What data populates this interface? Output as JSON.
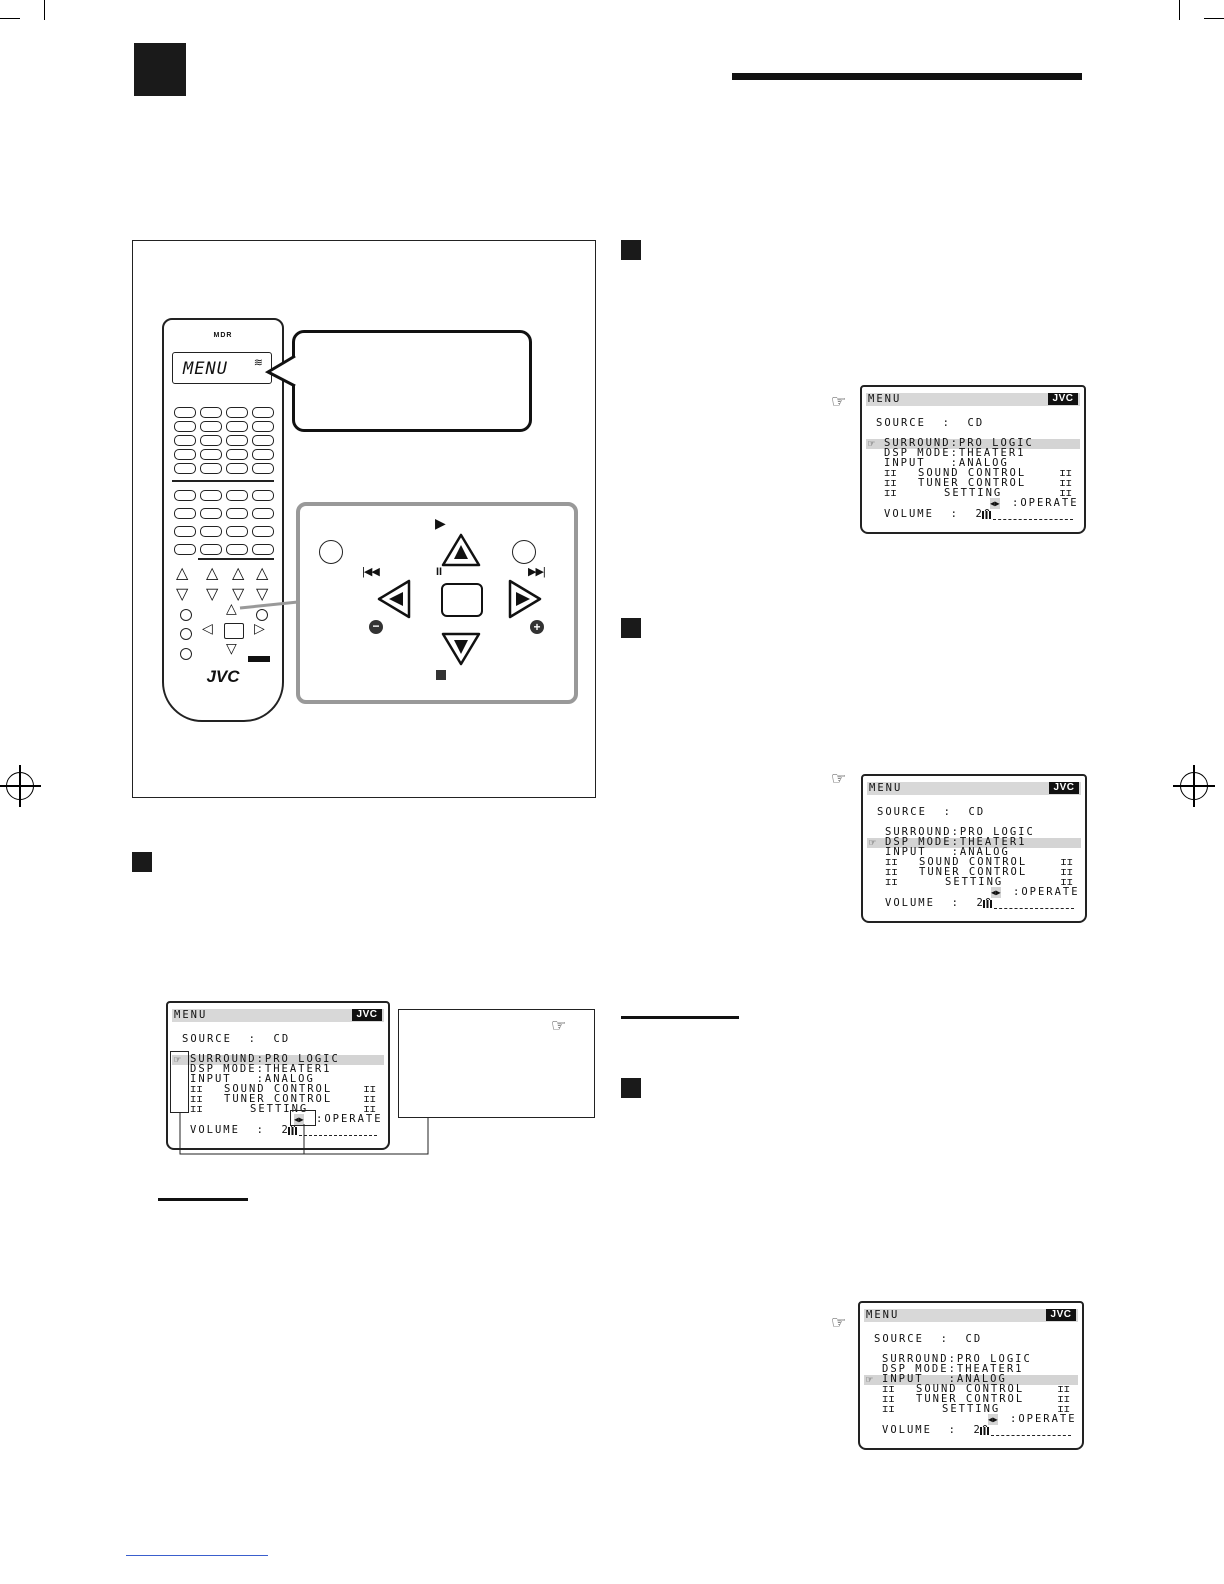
{
  "remote": {
    "brand_top": "MDR",
    "display_text": "MENU",
    "logo": "JVC",
    "icons": [
      "signal-icon",
      "up-triangle-icon",
      "down-triangle-icon",
      "left-triangle-icon",
      "right-triangle-icon"
    ]
  },
  "keypad": {
    "icons": [
      "play-icon",
      "pause-icon",
      "stop-icon",
      "skip-back-icon",
      "skip-forward-icon",
      "minus-icon",
      "plus-icon",
      "cursor-up-icon",
      "cursor-down-icon",
      "cursor-left-icon",
      "cursor-right-icon"
    ]
  },
  "menus": [
    {
      "id": "menu-1",
      "highlight": "SURROUND",
      "title": "MENU",
      "logo": "JVC",
      "source": "SOURCE  :  CD",
      "surround": "SURROUND:PRO LOGIC",
      "dsp": "DSP MODE:THEATER1",
      "input": "INPUT   :ANALOG",
      "sound": "SOUND CONTROL",
      "tuner": "TUNER CONTROL",
      "setting": "SETTING",
      "operate": ":OPERATE",
      "volume": "VOLUME  :  20",
      "marks": "ɪɪ"
    },
    {
      "id": "menu-2",
      "highlight": "DSP",
      "title": "MENU",
      "logo": "JVC",
      "source": "SOURCE  :  CD",
      "surround": "SURROUND:PRO LOGIC",
      "dsp": "DSP MODE:THEATER1",
      "input": "INPUT   :ANALOG",
      "sound": "SOUND CONTROL",
      "tuner": "TUNER CONTROL",
      "setting": "SETTING",
      "operate": ":OPERATE",
      "volume": "VOLUME  :  20",
      "marks": "ɪɪ"
    },
    {
      "id": "menu-3",
      "highlight": "INPUT",
      "title": "MENU",
      "logo": "JVC",
      "source": "SOURCE  :  CD",
      "surround": "SURROUND:PRO LOGIC",
      "dsp": "DSP MODE:THEATER1",
      "input": "INPUT   :ANALOG",
      "sound": "SOUND CONTROL",
      "tuner": "TUNER CONTROL",
      "setting": "SETTING",
      "operate": ":OPERATE",
      "volume": "VOLUME  :  20",
      "marks": "ɪɪ"
    },
    {
      "id": "menu-4",
      "highlight": "SURROUND",
      "title": "MENU",
      "logo": "JVC",
      "source": "SOURCE  :  CD",
      "surround": "SURROUND:PRO LOGIC",
      "dsp": "DSP MODE:THEATER1",
      "input": "INPUT   :ANALOG",
      "sound": "SOUND CONTROL",
      "tuner": "TUNER CONTROL",
      "setting": "SETTING",
      "operate": ":OPERATE",
      "volume": "VOLUME  :  20",
      "marks": "ɪɪ"
    }
  ],
  "hand_icon": "☞"
}
